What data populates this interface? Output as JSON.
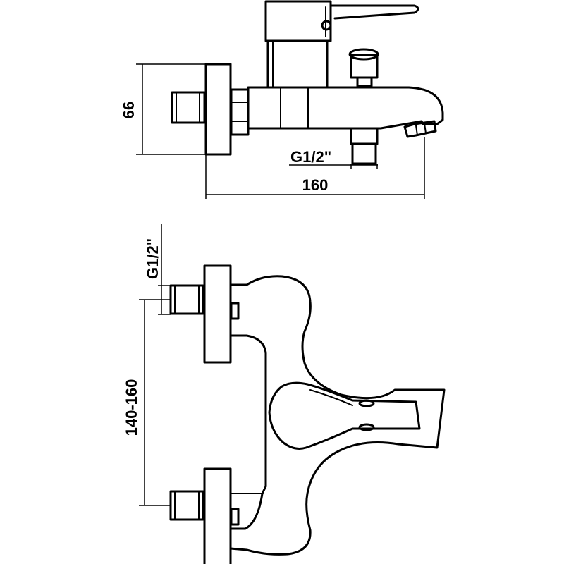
{
  "dimensions": {
    "height_label": "66",
    "length_label": "160",
    "thread_top_label": "G1/2\"",
    "thread_front_label": "G1/2\"",
    "spacing_label": "140-160"
  }
}
